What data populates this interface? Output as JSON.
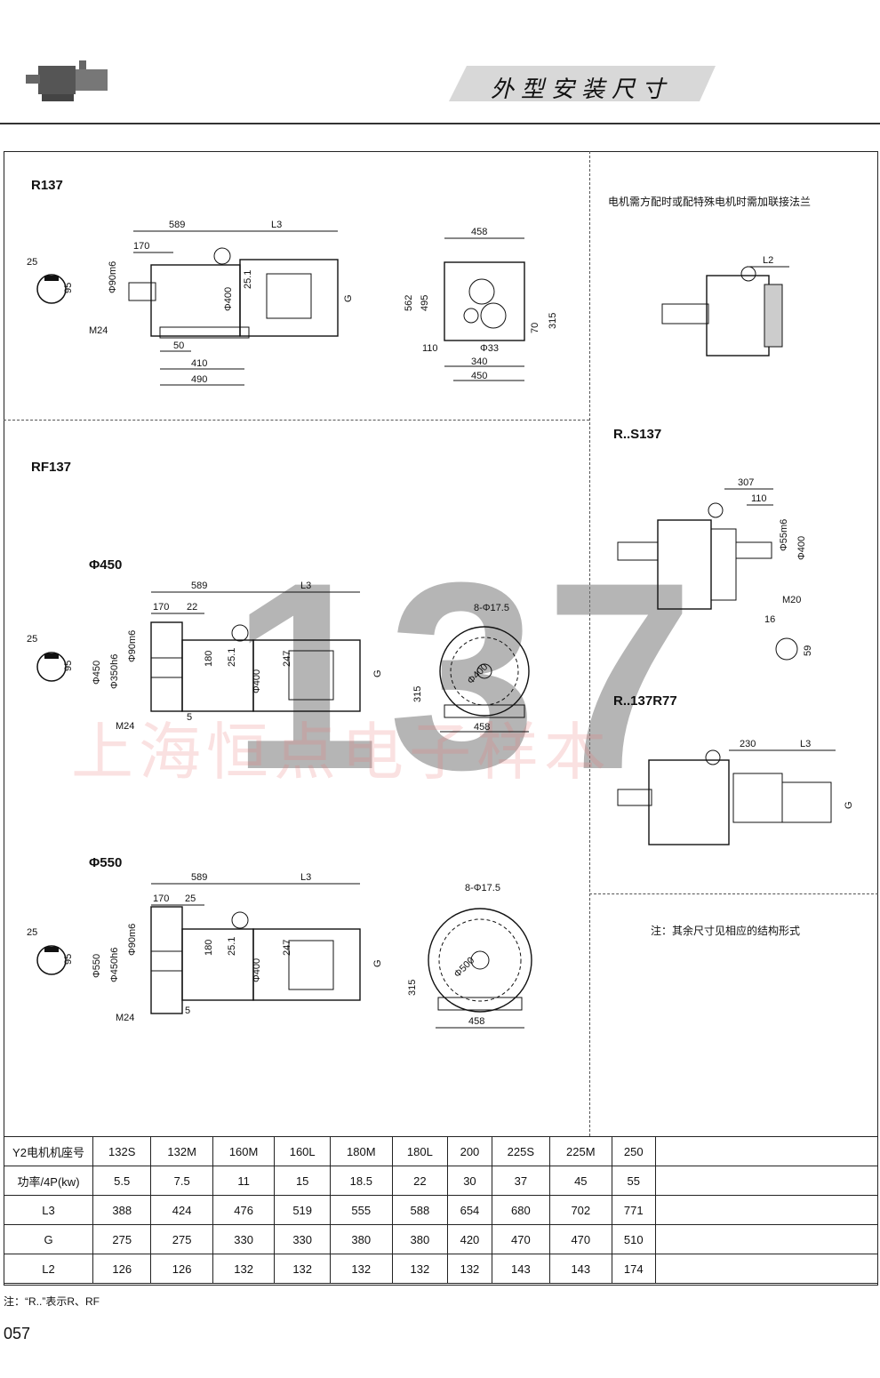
{
  "header": {
    "title": "外型安装尺寸"
  },
  "sections": {
    "r137": {
      "label": "R137",
      "dims": [
        "589",
        "L3",
        "170",
        "Φ90m6",
        "25",
        "95",
        "M24",
        "50",
        "410",
        "490",
        "Φ400",
        "25.1",
        "G",
        "458",
        "562",
        "495",
        "110",
        "Φ33",
        "340",
        "450",
        "70",
        "315"
      ]
    },
    "rf137": {
      "label": "RF137",
      "phi450": {
        "label": "Φ450",
        "dims": [
          "589",
          "L3",
          "170",
          "22",
          "25",
          "95",
          "Φ450",
          "Φ350h6",
          "Φ90m6",
          "M24",
          "5",
          "180",
          "25.1",
          "Φ400",
          "247",
          "G",
          "8-Φ17.5",
          "Φ400",
          "315",
          "458"
        ]
      },
      "phi550": {
        "label": "Φ550",
        "dims": [
          "589",
          "L3",
          "170",
          "25",
          "25",
          "95",
          "Φ550",
          "Φ450h6",
          "Φ90m6",
          "M24",
          "5",
          "180",
          "25.1",
          "Φ400",
          "247",
          "G",
          "8-Φ17.5",
          "Φ500",
          "315",
          "458"
        ]
      }
    },
    "flange_note": {
      "text": "电机需方配时或配特殊电机时需加联接法兰",
      "dims": [
        "L2"
      ]
    },
    "rs137": {
      "label": "R..S137",
      "dims": [
        "307",
        "110",
        "Φ55m6",
        "Φ400",
        "M20",
        "16",
        "59"
      ]
    },
    "r137r77": {
      "label": "R..137R77",
      "dims": [
        "230",
        "L3",
        "G"
      ]
    },
    "other_note": {
      "text": "注：其余尺寸见相应的结构形式"
    }
  },
  "table": {
    "headers": [
      "Y2电机机座号",
      "132S",
      "132M",
      "160M",
      "160L",
      "180M",
      "180L",
      "200",
      "225S",
      "225M",
      "250",
      ""
    ],
    "rows": [
      [
        "功率/4P(kw)",
        "5.5",
        "7.5",
        "11",
        "15",
        "18.5",
        "22",
        "30",
        "37",
        "45",
        "55",
        ""
      ],
      [
        "L3",
        "388",
        "424",
        "476",
        "519",
        "555",
        "588",
        "654",
        "680",
        "702",
        "771",
        ""
      ],
      [
        "G",
        "275",
        "275",
        "330",
        "330",
        "380",
        "380",
        "420",
        "470",
        "470",
        "510",
        ""
      ],
      [
        "L2",
        "126",
        "126",
        "132",
        "132",
        "132",
        "132",
        "132",
        "143",
        "143",
        "174",
        ""
      ]
    ]
  },
  "footnote": "注：“R..”表示R、RF",
  "page_number": "057",
  "watermark": {
    "number": "137",
    "text": "上海恒点电子样本"
  }
}
